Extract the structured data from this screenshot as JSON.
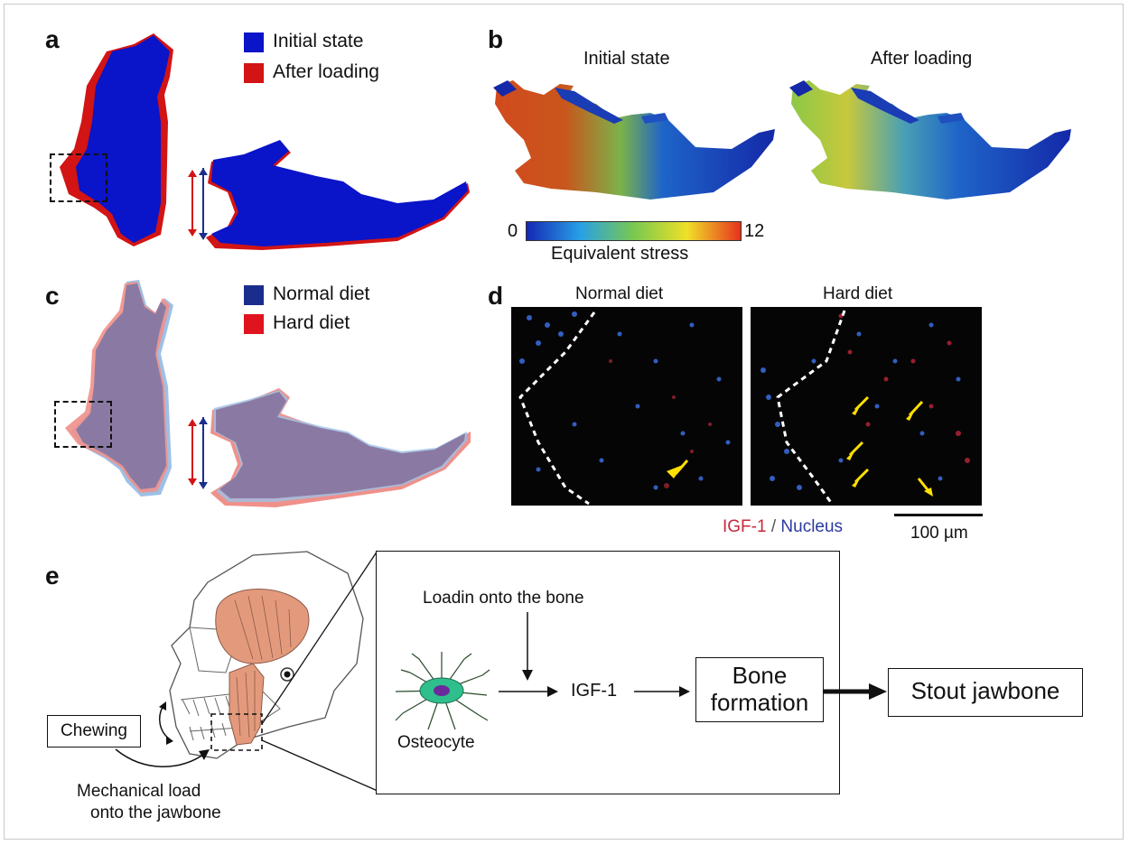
{
  "panels": {
    "a": {
      "letter": "a",
      "legend": [
        {
          "label": "Initial state",
          "color": "#0a14c8"
        },
        {
          "label": "After loading",
          "color": "#d21414"
        }
      ]
    },
    "b": {
      "letter": "b",
      "titles": [
        "Initial state",
        "After loading"
      ],
      "colorbar": {
        "min": "0",
        "max": "12",
        "label": "Equivalent stress"
      }
    },
    "c": {
      "letter": "c",
      "legend": [
        {
          "label": "Normal diet",
          "color": "#1b2d8c"
        },
        {
          "label": "Hard diet",
          "color": "#e0141e"
        }
      ]
    },
    "d": {
      "letter": "d",
      "titles": [
        "Normal diet",
        "Hard diet"
      ],
      "stain_igf": "IGF-1",
      "stain_sep": " / ",
      "stain_nucleus": "Nucleus",
      "scalebar": "100 µm"
    },
    "e": {
      "letter": "e",
      "chewing": "Chewing",
      "mechanical_load_1": "Mechanical load",
      "mechanical_load_2": "onto the jawbone",
      "loading": "Loadin onto the bone",
      "osteocyte": "Osteocyte",
      "igf": "IGF-1",
      "bone_formation_1": "Bone",
      "bone_formation_2": "formation",
      "stout": "Stout jawbone"
    }
  },
  "colors": {
    "blue": "#0a14c8",
    "red": "#d21414",
    "muscle": "#e39a7c",
    "merged": "#8a7aa3",
    "arrow_yellow": "#ffe000"
  }
}
